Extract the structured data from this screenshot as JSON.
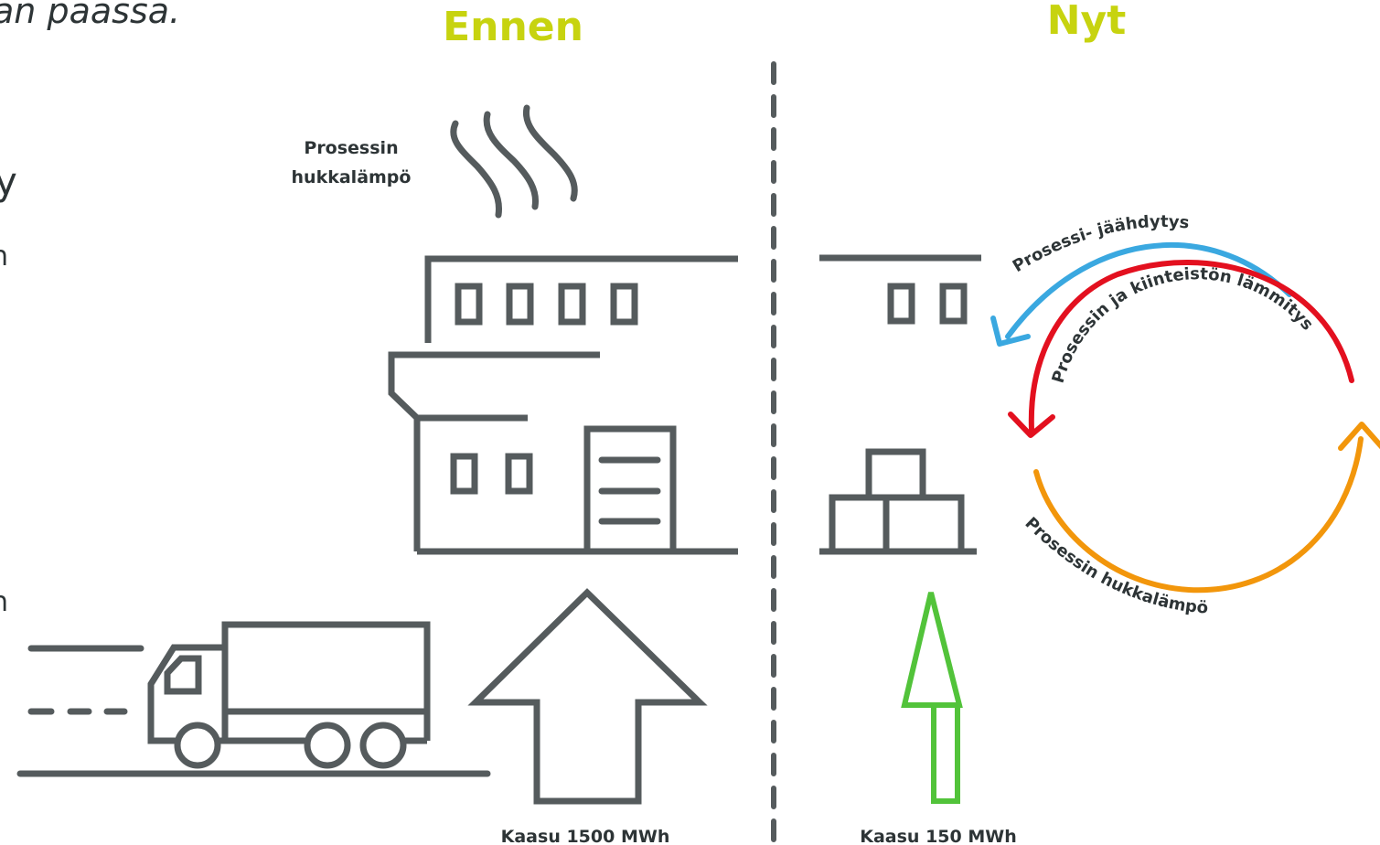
{
  "intro_fragment": "an päässä.",
  "left_fragments": [
    "y",
    "n",
    "n"
  ],
  "headings": {
    "before": "Ennen",
    "now": "Nyt"
  },
  "before": {
    "waste_heat_label_line1": "Prosessin",
    "waste_heat_label_line2": "hukkalämpö",
    "gas_label": "Kaasu 1500 MWh"
  },
  "now": {
    "gas_label": "Kaasu 150 MWh",
    "cycle": {
      "cooling_label": "Prosessi- jäähdytys",
      "heating_label": "Prosessin ja kiinteistön lämmitys",
      "waste_heat_label": "Prosessin hukkalämpö"
    }
  },
  "colors": {
    "heading": "#c7d30f",
    "outline": "#555b5d",
    "cooling": "#3aa8e0",
    "heating": "#e3101f",
    "waste_heat": "#f2960b",
    "gas_arrow_now": "#52c33a"
  },
  "icons": [
    "heat-waves-icon",
    "factory-icon",
    "truck-icon",
    "boxes-icon",
    "gas-arrow-icon",
    "cycle-arrows-icon"
  ]
}
